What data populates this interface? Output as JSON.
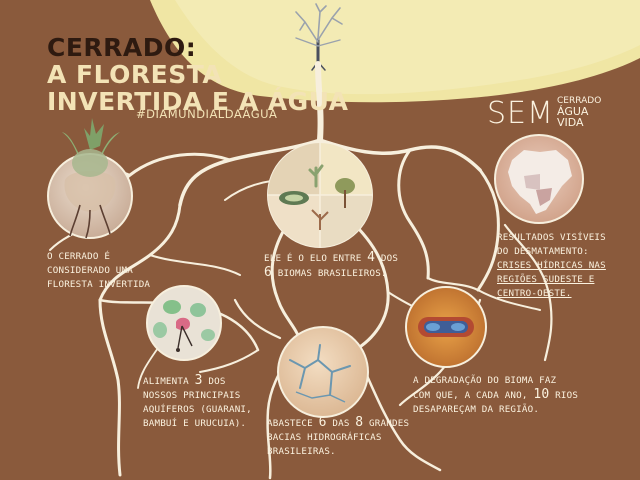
{
  "title": {
    "line1": "CERRADO:",
    "line2": "A FLORESTA",
    "line3": "INVERTIDA E A ÁGUA"
  },
  "hashtag": "#DIAMUNDIALDAÁGUA",
  "brand": {
    "sem": "SEM",
    "line1": "CERRADO",
    "line2": "ÁGUA",
    "line3": "VIDA"
  },
  "notes": {
    "forest": [
      "O CERRADO É",
      "CONSIDERADO UMA",
      "FLORESTA INVERTIDA"
    ],
    "biomes": {
      "a": "ELE É O ELO ENTRE ",
      "num1": "4",
      "b": " DOS",
      "num2": "6",
      "c": " BIOMAS BRASILEIROS."
    },
    "aquifers": {
      "a": "ALIMENTA ",
      "num": "3",
      "b": " DOS",
      "line2": "NOSSOS PRINCIPAIS",
      "line3": "AQUÍFEROS (GUARANI,",
      "line4": "BAMBUÍ E URUCUIA)."
    },
    "basins": {
      "a": "ABASTECE ",
      "num1": "6",
      "b": " DAS ",
      "num2": "8",
      "c": " GRANDES",
      "line2": "BACIAS HIDROGRÁFICAS",
      "line3": "BRASILEIRAS."
    },
    "degradation": {
      "line1": "A DEGRADAÇÃO DO BIOMA FAZ",
      "a": "COM QUE, A CADA ANO, ",
      "num": "10",
      "b": " RIOS",
      "line3": "DESAPAREÇAM DA REGIÃO."
    },
    "deforestation": {
      "line1": "RESULTADOS VISÍVEIS",
      "line2": "DO DESMATAMENTO:",
      "line3": "CRISES HÍDRICAS NAS",
      "line4": "REGIÕES SUDESTE E",
      "line5": "CENTRO-OESTE."
    }
  },
  "colors": {
    "background": "#8a5a3c",
    "ground": "#f0e6a4",
    "root": "#f7efdd",
    "title_dark": "#2e1a10",
    "title_light": "#f3e3b6"
  },
  "icons": [
    "dead-tree-icon",
    "pineapple-icon",
    "biomes-circle-icon",
    "aquifer-flower-icon",
    "cracked-basin-icon",
    "dry-river-icon",
    "brazil-map-icon"
  ]
}
